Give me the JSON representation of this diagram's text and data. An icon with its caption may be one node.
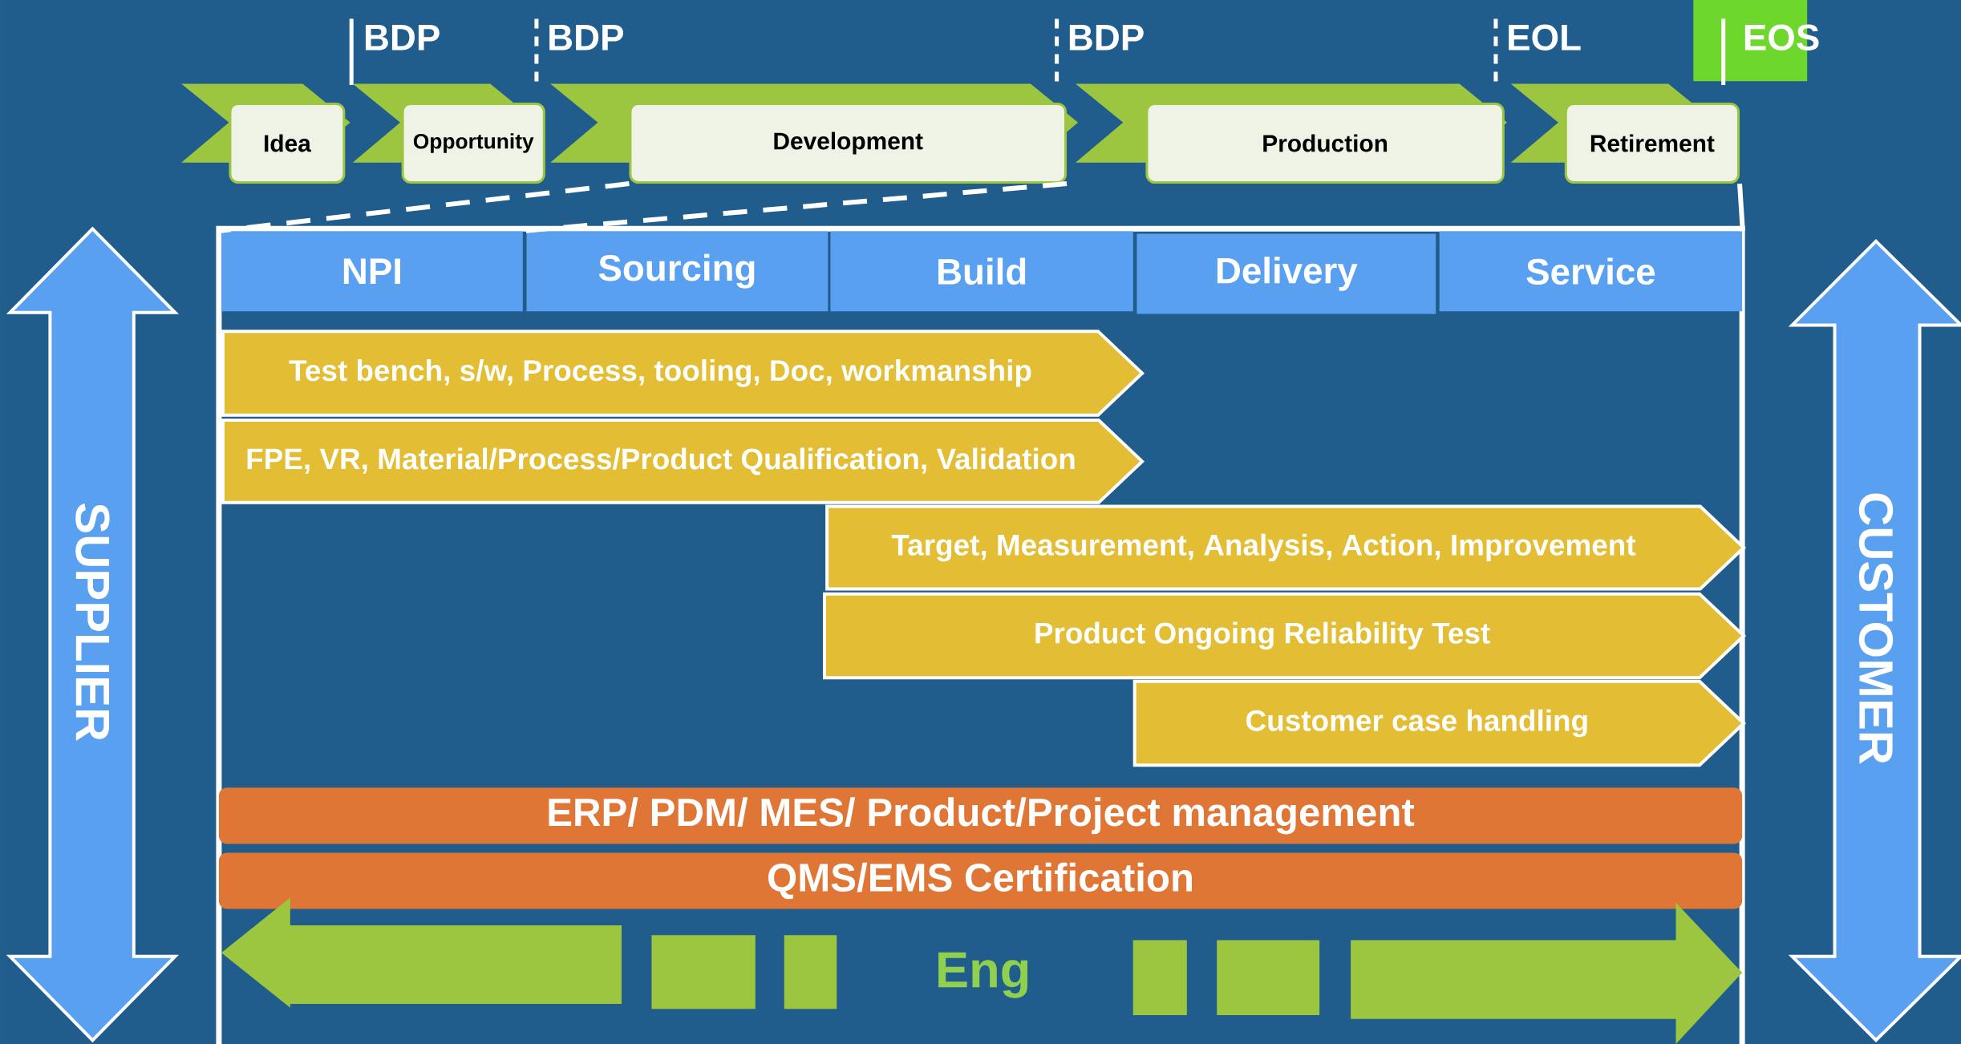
{
  "diagram": {
    "nodes": [
      {
        "text": [
          "Idea"
        ]
      },
      {
        "text": [
          "Opportunity"
        ]
      },
      {
        "text": [
          "Development"
        ]
      },
      {
        "text": [
          "Production"
        ]
      },
      {
        "text": [
          "Retirement"
        ]
      },
      {
        "text": [
          "NPI"
        ]
      },
      {
        "text": [
          "Sourcing"
        ]
      },
      {
        "text": [
          "Build"
        ]
      },
      {
        "text": [
          "Delivery"
        ]
      },
      {
        "text": [
          "Service"
        ]
      },
      {
        "text": [
          "Test bench, s/w, Process, tooling, Doc, workmanship"
        ]
      },
      {
        "text": [
          "FPE, VR, Material/Process/Product Qualification, Validation"
        ]
      },
      {
        "text": [
          "Target, Measurement, Analysis, Action, Improvement"
        ]
      },
      {
        "text": [
          "Product Ongoing Reliability Test"
        ]
      },
      {
        "text": [
          "Customer case handling"
        ]
      },
      {
        "text": [
          "ERP/ PDM/ MES/ Product/Project management"
        ]
      },
      {
        "text": [
          "QMS/EMS Certification"
        ]
      },
      {
        "text": [
          "SUPPLIER"
        ]
      },
      {
        "text": [
          "CUSTOMER"
        ]
      }
    ],
    "edges": [
      {
        "from": 2,
        "to": 5,
        "arrow": "none",
        "style": "dashed"
      },
      {
        "from": 2,
        "to": 6,
        "arrow": "none",
        "style": "dashed"
      },
      {
        "from": 4,
        "to": 9,
        "arrow": "none"
      }
    ],
    "labels": [
      "BDP",
      "BDP",
      "BDP",
      "EOL",
      "EOS",
      "Eng"
    ]
  }
}
